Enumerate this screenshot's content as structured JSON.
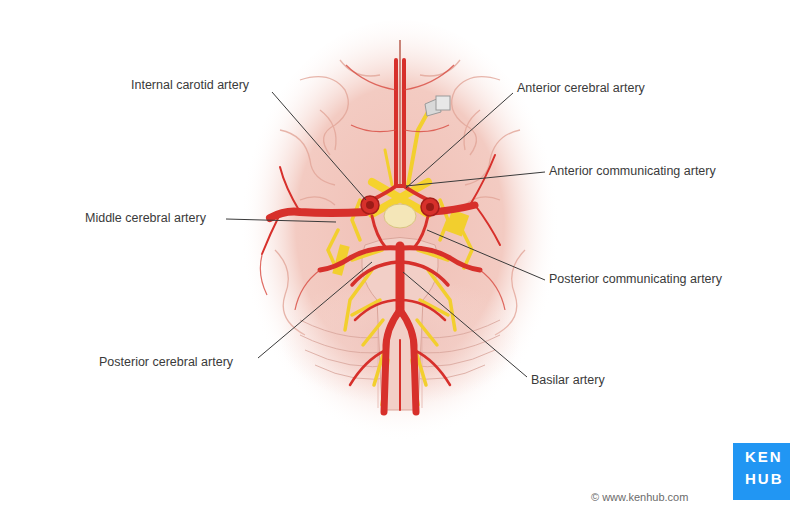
{
  "diagram": {
    "labels": [
      "Internal carotid artery",
      "Anterior cerebral artery",
      "Anterior communicating artery",
      "Middle cerebral artery",
      "Posterior communicating artery",
      "Posterior cerebral artery",
      "Basilar artery",
      "© www.kenhub.com",
      "KEN",
      "HUB"
    ]
  }
}
